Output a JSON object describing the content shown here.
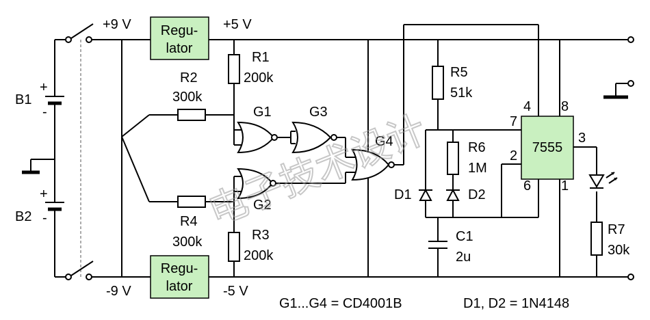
{
  "supply": {
    "plus9": "+9 V",
    "plus5": "+5 V",
    "minus9": "-9 V",
    "minus5": "-5 V"
  },
  "regulators": {
    "top": [
      "Regu-",
      "lator"
    ],
    "bottom": [
      "Regu-",
      "lator"
    ]
  },
  "batteries": {
    "b1": "B1",
    "b2": "B2",
    "plus": "+",
    "minus": "-"
  },
  "resistors": {
    "r1": {
      "name": "R1",
      "value": "200k"
    },
    "r2": {
      "name": "R2",
      "value": "300k"
    },
    "r3": {
      "name": "R3",
      "value": "200k"
    },
    "r4": {
      "name": "R4",
      "value": "300k"
    },
    "r5": {
      "name": "R5",
      "value": "51k"
    },
    "r6": {
      "name": "R6",
      "value": "1M"
    },
    "r7": {
      "name": "R7",
      "value": "30k"
    }
  },
  "gates": {
    "g1": "G1",
    "g2": "G2",
    "g3": "G3",
    "g4": "G4"
  },
  "diodes": {
    "d1": "D1",
    "d2": "D2"
  },
  "capacitor": {
    "name": "C1",
    "value": "2u"
  },
  "ic": {
    "name": "7555",
    "pin4": "4",
    "pin8": "8",
    "pin7": "7",
    "pin2": "2",
    "pin6": "6",
    "pin3": "3",
    "pin1": "1"
  },
  "notes": {
    "gates": "G1...G4 = CD4001B",
    "diodes": "D1, D2 = 1N4148"
  },
  "watermark": "电子技术设计"
}
